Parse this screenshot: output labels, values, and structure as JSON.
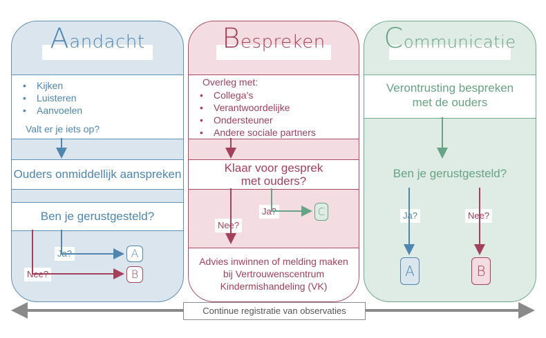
{
  "colors": {
    "blue": "#4f86b0",
    "red": "#a3405c",
    "green": "#67a386",
    "gray": "#8a8a8a"
  },
  "aandacht": {
    "title_cap": "A",
    "title_rest": "andacht",
    "bullets": [
      "Kijken",
      "Luisteren",
      "Aanvoelen"
    ],
    "question": "Valt er je iets op?",
    "action": "Ouders onmiddellijk aanspreken",
    "reassured": "Ben je gerustgesteld?",
    "yes": "Ja?",
    "no": "Nee?",
    "box_a": "A",
    "box_b": "B"
  },
  "bespreken": {
    "title_cap": "B",
    "title_rest": "espreken",
    "intro": "Overleg met:",
    "bullets": [
      "Collega’s",
      "Verantwoordelijke",
      "Ondersteuner",
      "Andere sociale partners"
    ],
    "ready_line1": "Klaar voor gesprek",
    "ready_line2": "met ouders?",
    "yes": "Ja?",
    "no": "Nee?",
    "box_c": "C",
    "advice_line1": "Advies inwinnen of melding maken",
    "advice_line2": "bij Vertrouwenscentrum",
    "advice_line3": "Kindermishandeling (VK)"
  },
  "communicatie": {
    "title_cap": "C",
    "title_rest": "ommunicatie",
    "discuss_line1": "Verontrusting bespreken",
    "discuss_line2": "met de ouders",
    "reassured": "Ben je gerustgesteld?",
    "yes": "Ja?",
    "no": "Nee?",
    "box_a": "A",
    "box_b": "B"
  },
  "footer": {
    "label": "Continue registratie van observaties"
  }
}
